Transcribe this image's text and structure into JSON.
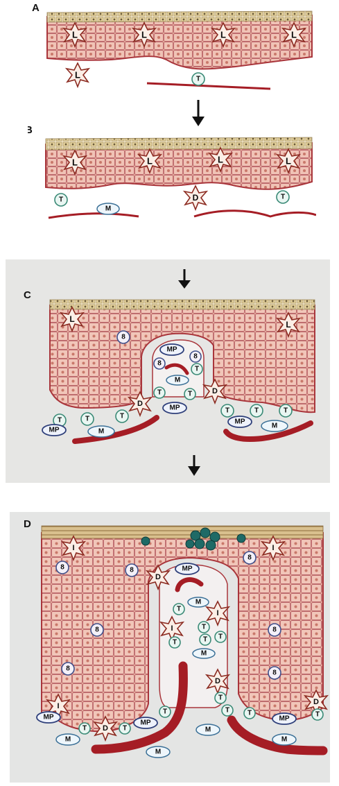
{
  "panels": [
    {
      "label": "A",
      "cells": [
        {
          "label": "L"
        },
        {
          "label": "L"
        },
        {
          "label": "L"
        },
        {
          "label": "L"
        },
        {
          "label": "L"
        },
        {
          "label": "T"
        }
      ]
    },
    {
      "label": "B",
      "cells": [
        {
          "label": "L"
        },
        {
          "label": "L"
        },
        {
          "label": "L"
        },
        {
          "label": "L"
        },
        {
          "label": "T"
        },
        {
          "label": "M"
        },
        {
          "label": "D"
        },
        {
          "label": "T"
        }
      ]
    },
    {
      "label": "C",
      "cells": [
        {
          "label": "L"
        },
        {
          "label": "L"
        },
        {
          "label": "8"
        },
        {
          "label": "MP"
        },
        {
          "label": "8"
        },
        {
          "label": "8"
        },
        {
          "label": "T"
        },
        {
          "label": "M"
        },
        {
          "label": "D"
        },
        {
          "label": "T"
        },
        {
          "label": "D"
        },
        {
          "label": "T"
        },
        {
          "label": "T"
        },
        {
          "label": "T"
        },
        {
          "label": "MP"
        },
        {
          "label": "M"
        },
        {
          "label": "T"
        },
        {
          "label": "MP"
        },
        {
          "label": "T"
        },
        {
          "label": "T"
        },
        {
          "label": "MP"
        },
        {
          "label": "M"
        },
        {
          "label": "T"
        }
      ]
    },
    {
      "label": "D",
      "cells": [
        {
          "label": "I"
        },
        {
          "label": "8"
        },
        {
          "label": "8"
        },
        {
          "label": "I"
        },
        {
          "label": "8"
        },
        {
          "label": "D"
        },
        {
          "label": "MP"
        },
        {
          "label": "M"
        },
        {
          "label": "T"
        },
        {
          "label": "I"
        },
        {
          "label": "T"
        },
        {
          "label": "I"
        },
        {
          "label": "T"
        },
        {
          "label": "T"
        },
        {
          "label": "T"
        },
        {
          "label": "M"
        },
        {
          "label": "8"
        },
        {
          "label": "8"
        },
        {
          "label": "8"
        },
        {
          "label": "8"
        },
        {
          "label": "D"
        },
        {
          "label": "T"
        },
        {
          "label": "I"
        },
        {
          "label": "MP"
        },
        {
          "label": "T"
        },
        {
          "label": "T"
        },
        {
          "label": "D"
        },
        {
          "label": "T"
        },
        {
          "label": "MP"
        },
        {
          "label": "T"
        },
        {
          "label": "MP"
        },
        {
          "label": "T"
        },
        {
          "label": "D"
        },
        {
          "label": "T"
        },
        {
          "label": "M"
        },
        {
          "label": "M"
        },
        {
          "label": "M"
        },
        {
          "label": "M"
        }
      ]
    }
  ],
  "colors": {
    "tissue": "#e6b5a6",
    "cell_outline": "#b0525a",
    "nucleus": "#c9786a",
    "basement": "#a9353b",
    "vessel": "#a51d25",
    "horny_layer": "#e8d7a8",
    "cell_border": "#3f5f86"
  }
}
